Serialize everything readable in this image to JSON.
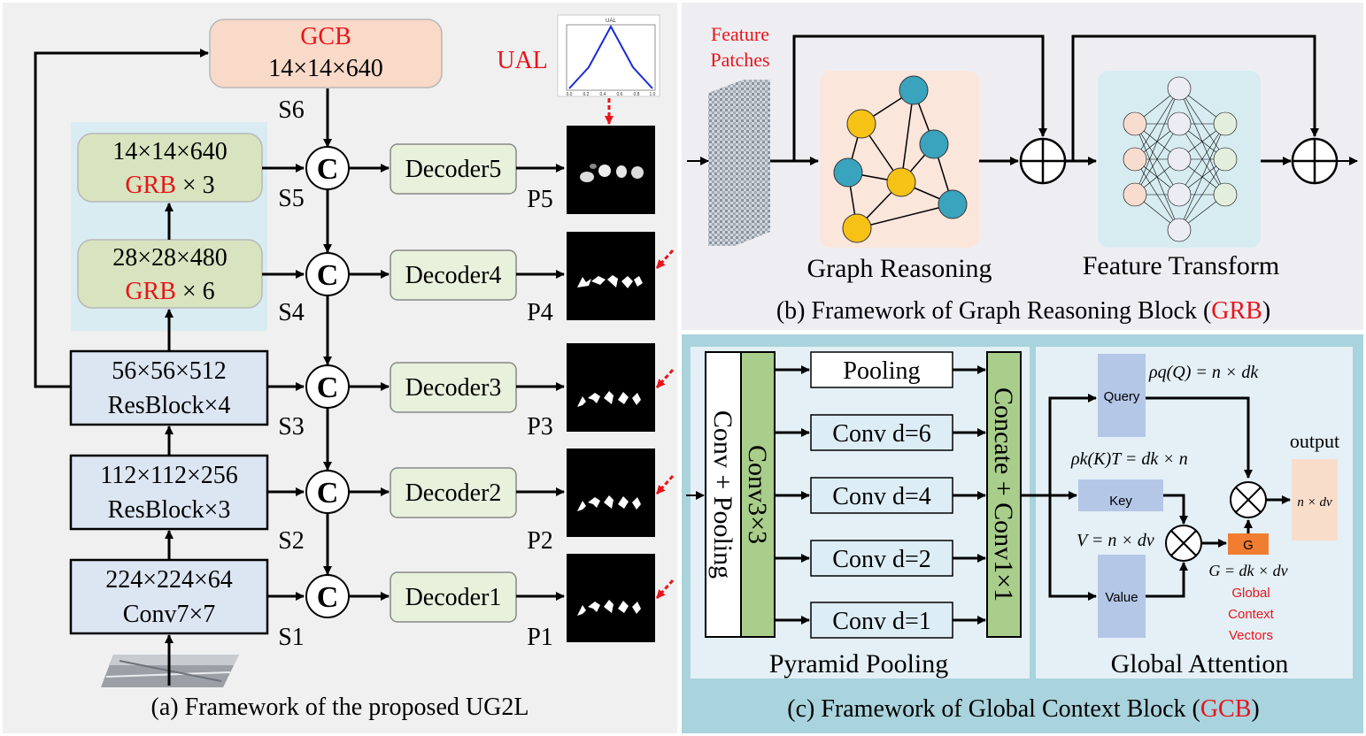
{
  "panel_a": {
    "caption": "(a) Framework of the proposed UG2L",
    "gcb": {
      "name": "GCB",
      "dims": "14×14×640"
    },
    "ual_label": "UAL",
    "ual_plot_title": "UAL",
    "ual_ticks": [
      "0.0",
      "0.2",
      "0.4",
      "0.6",
      "0.8",
      "1.0"
    ],
    "grb5": {
      "dims": "14×14×640",
      "grb": "GRB",
      "mult": " × 3"
    },
    "grb4": {
      "dims": "28×28×480",
      "grb": "GRB",
      "mult": " × 6"
    },
    "res3": {
      "dims": "56×56×512",
      "name": "ResBlock×4"
    },
    "res2": {
      "dims": "112×112×256",
      "name": "ResBlock×3"
    },
    "conv1": {
      "dims": "224×224×64",
      "name": "Conv7×7"
    },
    "stage_labels": [
      "S6",
      "S5",
      "S4",
      "S3",
      "S2",
      "S1"
    ],
    "concat_symbol": "C",
    "decoders": [
      "Decoder5",
      "Decoder4",
      "Decoder3",
      "Decoder2",
      "Decoder1"
    ],
    "pred_labels": [
      "P5",
      "P4",
      "P3",
      "P2",
      "P1"
    ]
  },
  "panel_b": {
    "caption_prefix": "(b) Framework of Graph Reasoning Block (",
    "caption_acronym": "GRB",
    "caption_suffix": ")",
    "feature_patches_line1": "Feature",
    "feature_patches_line2": "Patches",
    "graph_reasoning": "Graph Reasoning",
    "feature_transform": "Feature Transform",
    "plus_symbol": "+"
  },
  "panel_c": {
    "caption_prefix": "(c) Framework of Global Context Block (",
    "caption_acronym": "GCB",
    "caption_suffix": ")",
    "conv_pooling": "Conv + Pooling",
    "conv3x3": "Conv3×3",
    "branches": [
      "Pooling",
      "Conv d=6",
      "Conv d=4",
      "Conv d=2",
      "Conv d=1"
    ],
    "concat": "Concate + Conv1×1",
    "pyramid_pooling": "Pyramid Pooling",
    "global_attention": "Global Attention",
    "query": "Query",
    "key": "Key",
    "value": "Value",
    "g_box": "G",
    "output": "output",
    "rho_q": "ρq(Q) = n × dk",
    "rho_k": "ρk(K)T = dk × n",
    "v_eq": "V = n × dv",
    "g_eq": "G = dk × dv",
    "out_dims": "n × dv",
    "gcv_line1": "Global",
    "gcv_line2": "Context",
    "gcv_line3": "Vectors"
  },
  "colors": {
    "accent_red": "#e8141a",
    "gcb_fill": "#f9d9c8",
    "grb_fill": "#d7e4bf",
    "res_fill": "#dce6f3",
    "decoder_fill": "#e8f1dc",
    "panel_bg": "#f0f0f0",
    "panel_c_bg": "#a9d3dd",
    "query_fill": "#b4c7e7",
    "g_fill": "#f07d30"
  }
}
